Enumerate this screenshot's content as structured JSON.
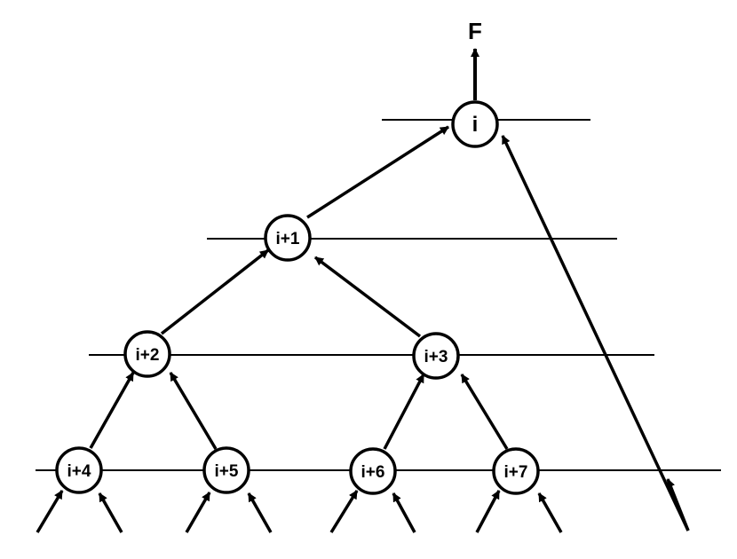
{
  "diagram": {
    "output_label": "F",
    "nodes": [
      {
        "id": "n0",
        "label": "i"
      },
      {
        "id": "n1",
        "label": "i+1"
      },
      {
        "id": "n2",
        "label": "i+2"
      },
      {
        "id": "n3",
        "label": "i+3"
      },
      {
        "id": "n4",
        "label": "i+4"
      },
      {
        "id": "n5",
        "label": "i+5"
      },
      {
        "id": "n6",
        "label": "i+6"
      },
      {
        "id": "n7",
        "label": "i+7"
      }
    ],
    "edges": [
      {
        "from": "n1",
        "to": "n0"
      },
      {
        "from": "n2",
        "to": "n1"
      },
      {
        "from": "n3",
        "to": "n1"
      },
      {
        "from": "n4",
        "to": "n2"
      },
      {
        "from": "n5",
        "to": "n2"
      },
      {
        "from": "n6",
        "to": "n3"
      },
      {
        "from": "n7",
        "to": "n3"
      }
    ]
  }
}
